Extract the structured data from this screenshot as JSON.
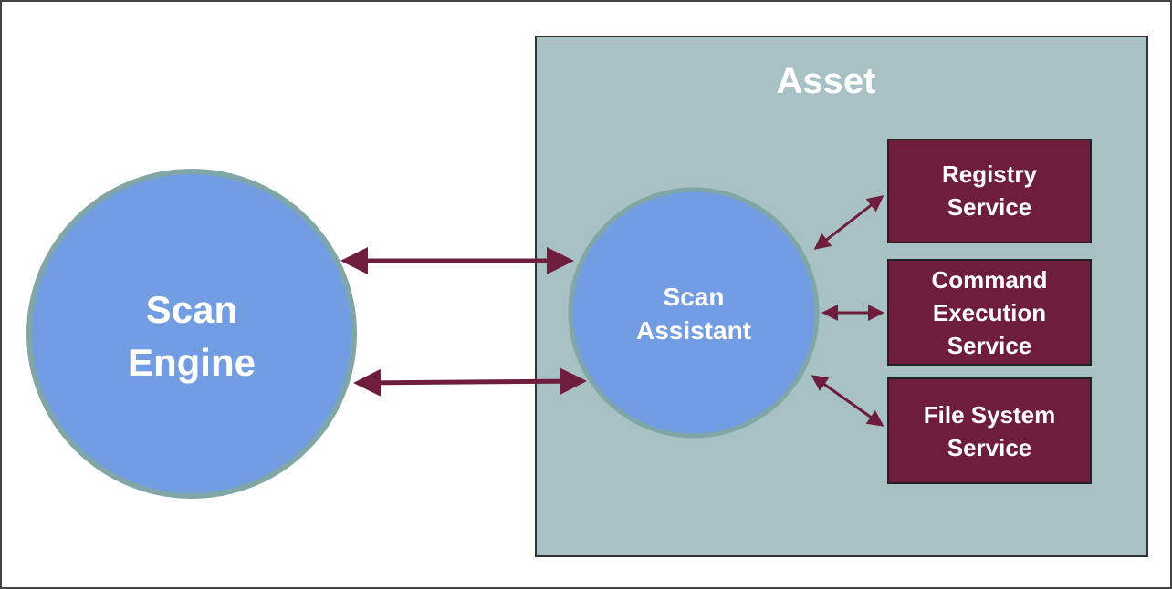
{
  "asset": {
    "title": "Asset"
  },
  "scan_engine": {
    "line1": "Scan",
    "line2": "Engine"
  },
  "scan_assistant": {
    "line1": "Scan",
    "line2": "Assistant"
  },
  "services": [
    {
      "line1": "Registry",
      "line2": "Service"
    },
    {
      "line1": "Command",
      "line2": "Execution",
      "line3": "Service"
    },
    {
      "line1": "File System",
      "line2": "Service"
    }
  ],
  "colors": {
    "circle": "#739de2",
    "circle_border": "#80a6a8",
    "asset_bg": "#a8c1c4",
    "service": "#6e1d3c",
    "arrow": "#6e1d3c"
  }
}
